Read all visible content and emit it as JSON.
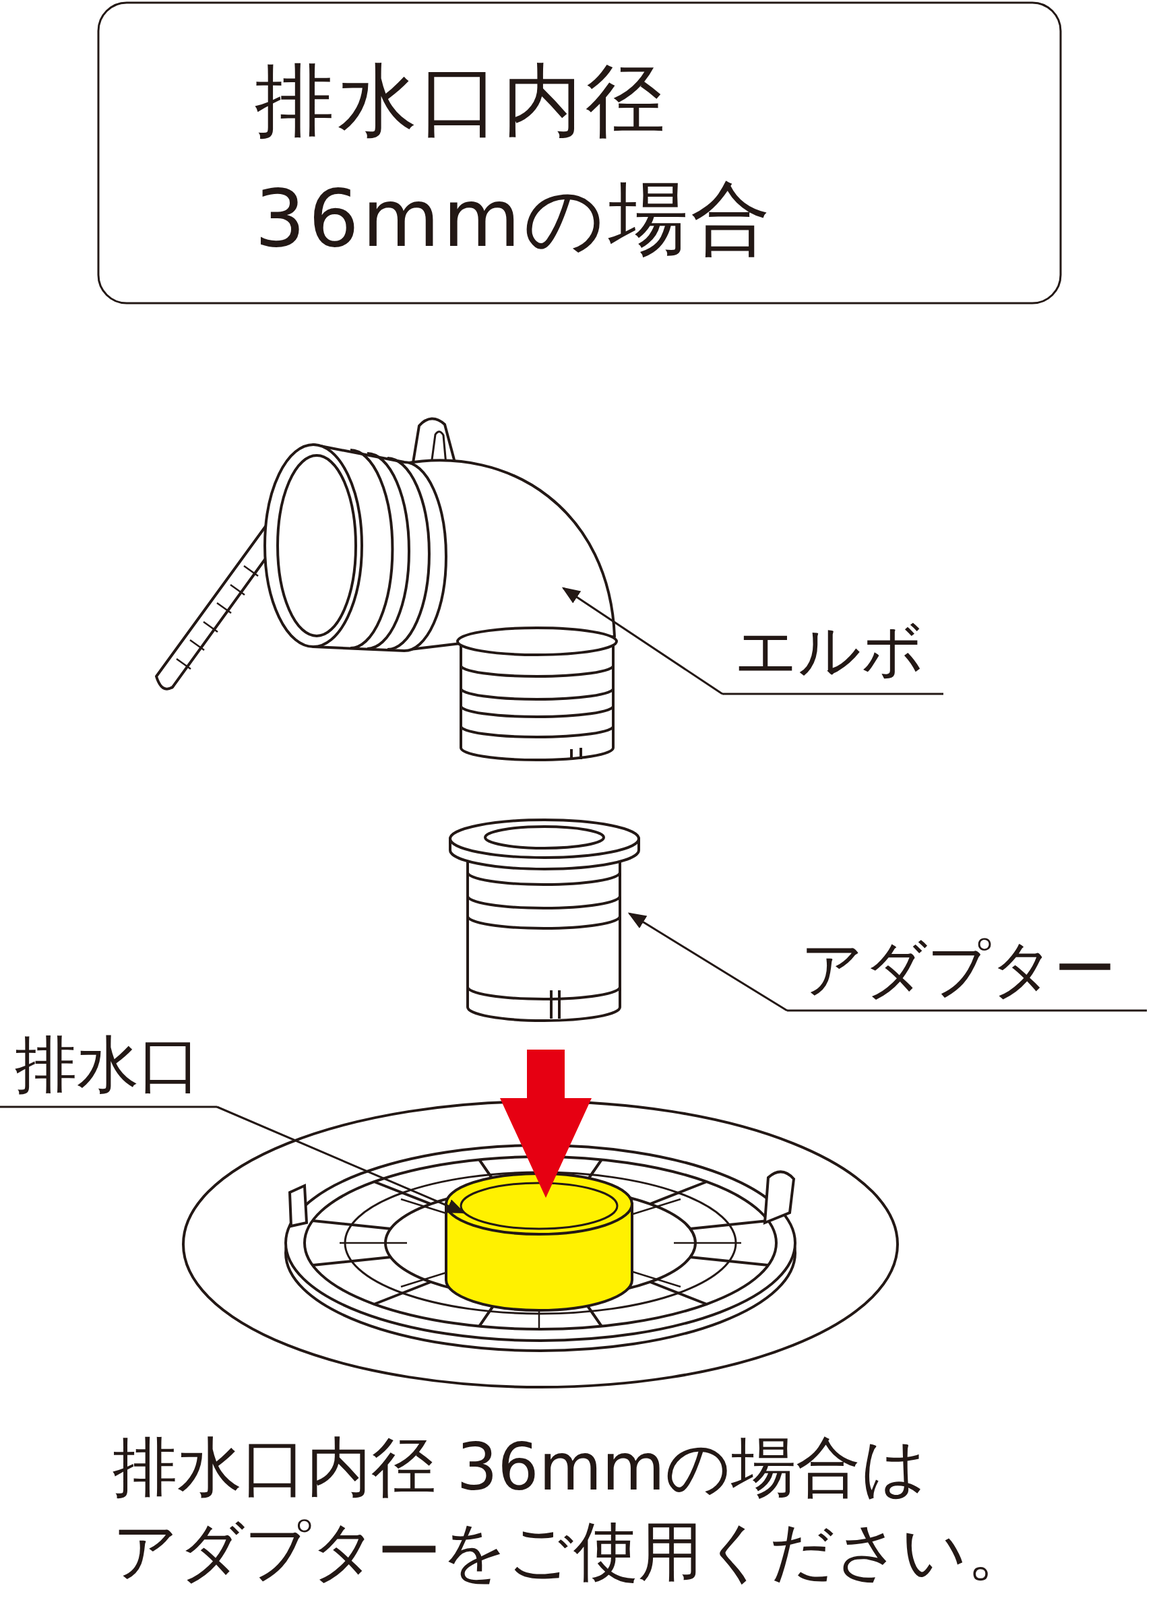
{
  "diagram": {
    "title": "排水口内径 36mmの場合",
    "caption": "排水口内径 36mmの場合は アダプターをご使用ください。",
    "labels": [
      "エルボ",
      "アダプター",
      "排水口"
    ]
  }
}
